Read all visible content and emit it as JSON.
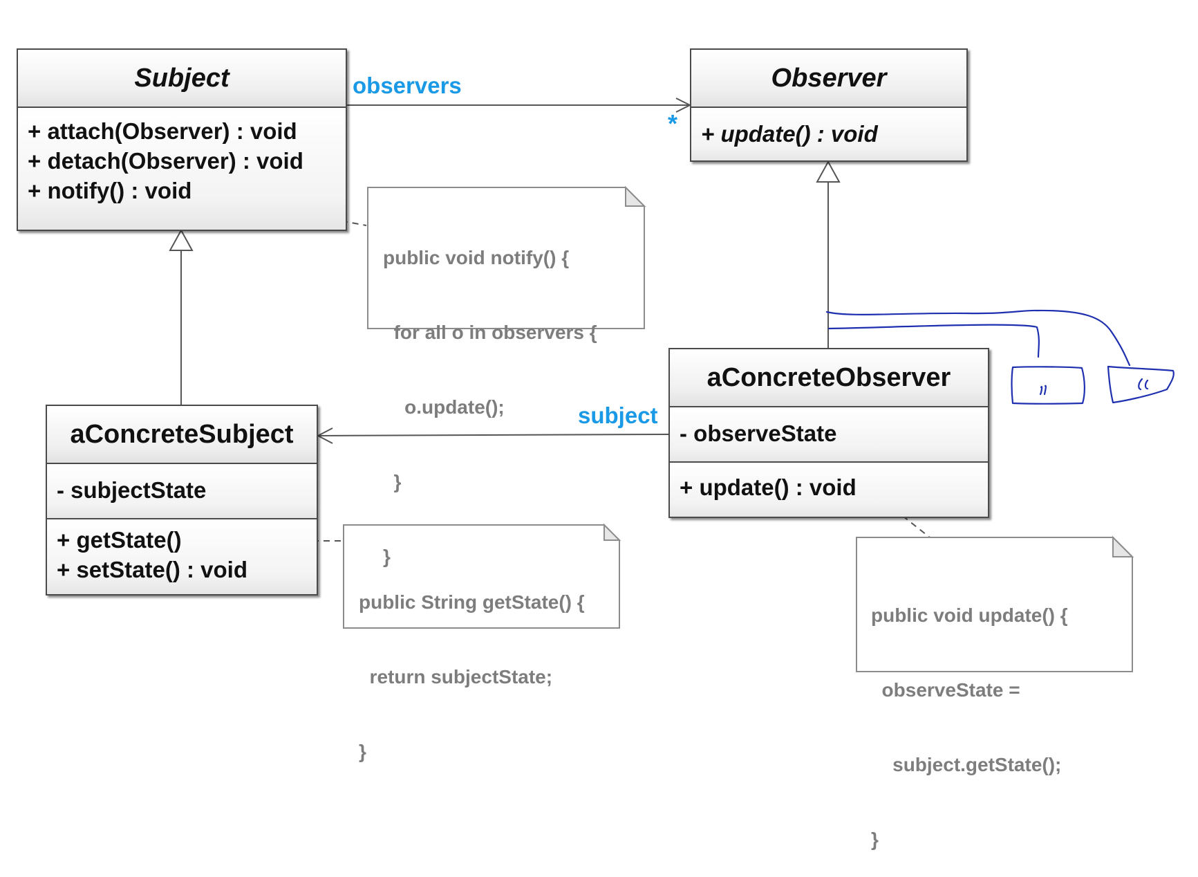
{
  "classes": {
    "subject": {
      "name": "Subject",
      "operations": [
        "+ attach(Observer) : void",
        "+ detach(Observer) : void",
        "+ notify() : void"
      ]
    },
    "observer": {
      "name": "Observer",
      "operations": [
        "+ update() : void"
      ]
    },
    "concrete_subject": {
      "name": "aConcreteSubject",
      "attributes": [
        "- subjectState"
      ],
      "operations": [
        "+ getState()",
        "+ setState() : void"
      ]
    },
    "concrete_observer": {
      "name": "aConcreteObserver",
      "attributes": [
        "- observeState"
      ],
      "operations": [
        "+ update() : void"
      ]
    }
  },
  "associations": {
    "observers_role": "observers",
    "observers_multiplicity": "*",
    "subject_role": "subject"
  },
  "notes": {
    "notify": [
      "public void notify() {",
      "  for all o in observers {",
      "    o.update();",
      "  }",
      "}"
    ],
    "get_state": [
      "public String getState() {",
      "  return subjectState;",
      "}"
    ],
    "update": [
      "public void update() {",
      "  observeState =",
      "    subject.getState();",
      "}"
    ]
  },
  "colors": {
    "role_label": "#1a9ae6",
    "note_text": "#7d7d7d",
    "handwriting": "#1e2fb0"
  }
}
